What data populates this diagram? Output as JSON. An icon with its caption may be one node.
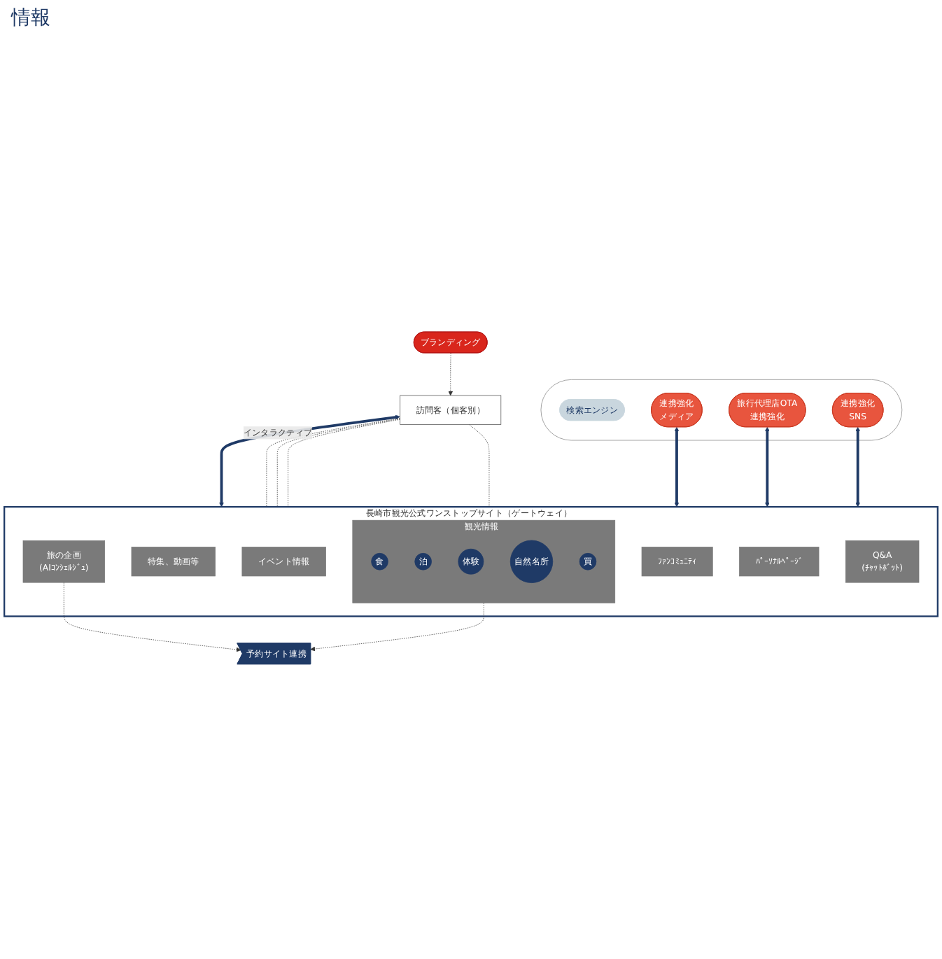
{
  "diagram": {
    "nodes": [
      {
        "text": [
          "訪問客（個客別）"
        ]
      },
      {
        "text": [],
        "shape": "ellipse"
      },
      {
        "text": [
          "検索エンジン"
        ],
        "in": 1
      },
      {
        "text": [
          "連携強化",
          "メディア"
        ],
        "in": 1
      },
      {
        "text": [
          "旅行代理店OTA",
          "連携強化"
        ],
        "in": 1
      },
      {
        "text": [
          "連携強化",
          "SNS"
        ],
        "in": 1
      },
      {
        "text": [
          "長崎市観光公式ワンストップサイト（ゲートウェイ）"
        ]
      },
      {
        "text": [
          "観光情報"
        ],
        "in": 6
      },
      {
        "text": [
          "食"
        ],
        "in": 7
      },
      {
        "text": [
          "泊"
        ],
        "in": 7
      },
      {
        "text": [
          "体験"
        ],
        "in": 7
      },
      {
        "text": [
          "自然名所"
        ],
        "in": 7
      },
      {
        "text": [
          "買"
        ],
        "in": 7
      },
      {
        "text": [
          "特集、動画等"
        ],
        "in": 6
      },
      {
        "text": [
          "イベント情報"
        ],
        "in": 6
      },
      {
        "text": [
          "旅の企画",
          "(AIｺﾝｼｪﾙｼﾞｭ)"
        ],
        "in": 6
      },
      {
        "text": [
          "ﾌｧﾝｺﾐｭﾆﾃｨ"
        ],
        "in": 6
      },
      {
        "text": [
          "ﾊﾟｰｿﾅﾙﾍﾟｰｼﾞ"
        ],
        "in": 6
      },
      {
        "text": [
          "Q&A",
          "(ﾁｬｯﾄﾎﾞｯﾄ)"
        ],
        "in": 6
      },
      {
        "text": [
          "ブランディング"
        ]
      },
      {
        "text": [
          "予約サイト連携"
        ]
      }
    ],
    "edges": [
      {
        "from": 19,
        "to": 0,
        "arrow": "to",
        "style": "dashed"
      },
      {
        "from": 0,
        "to": 6,
        "arrow": "both",
        "style": "thick",
        "label": "インタラクティブ"
      },
      {
        "from": 0,
        "to": 6,
        "arrow": "none",
        "style": "dashed"
      },
      {
        "from": 0,
        "to": 6,
        "arrow": "none",
        "style": "dashed"
      },
      {
        "from": 0,
        "to": 6,
        "arrow": "none",
        "style": "dashed"
      },
      {
        "from": 0,
        "to": 6,
        "arrow": "none",
        "style": "dashed"
      },
      {
        "from": 3,
        "to": 6,
        "arrow": "both",
        "style": "thick"
      },
      {
        "from": 4,
        "to": 6,
        "arrow": "both",
        "style": "thick"
      },
      {
        "from": 5,
        "to": 6,
        "arrow": "both",
        "style": "thick"
      },
      {
        "from": 7,
        "to": 20,
        "arrow": "to",
        "style": "dashed"
      },
      {
        "from": 15,
        "to": 20,
        "arrow": "to",
        "style": "dashed"
      }
    ],
    "labels": [
      "情報"
    ]
  }
}
